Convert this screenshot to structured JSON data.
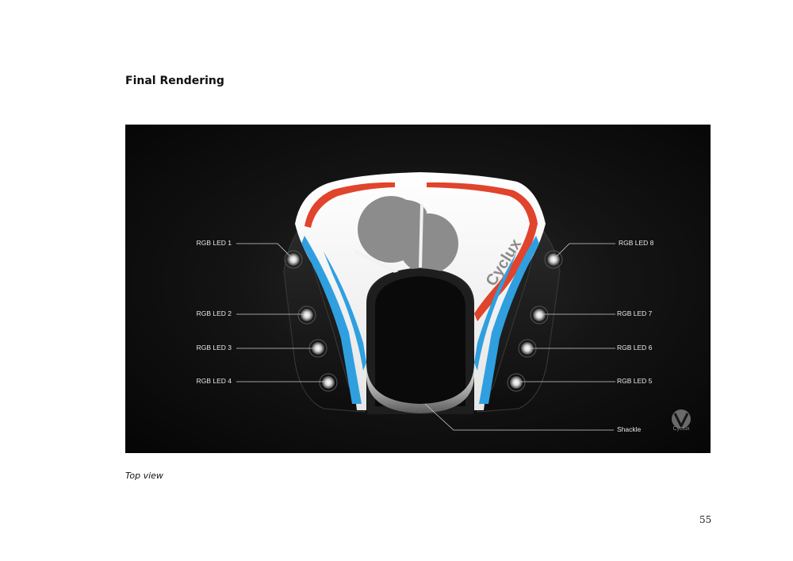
{
  "heading": "Final Rendering",
  "caption": "Top view",
  "page_number": "55",
  "figure": {
    "product_brand": "Cyclux",
    "watermark_name": "Cyclux",
    "left_labels": [
      "RGB LED 1",
      "RGB LED 2",
      "RGB LED 3",
      "RGB LED 4"
    ],
    "right_labels": [
      "RGB LED 8",
      "RGB LED 7",
      "RGB LED 6",
      "RGB LED 5"
    ],
    "shackle_label": "Shackle",
    "colors": {
      "background": "#0b0b0b",
      "body": "#f2f2f2",
      "red_stripe": "#e0442c",
      "blue_stripe": "#2f9fe0",
      "logo_gray": "#8c8c8c",
      "callout_line": "#cfcfcf"
    }
  }
}
